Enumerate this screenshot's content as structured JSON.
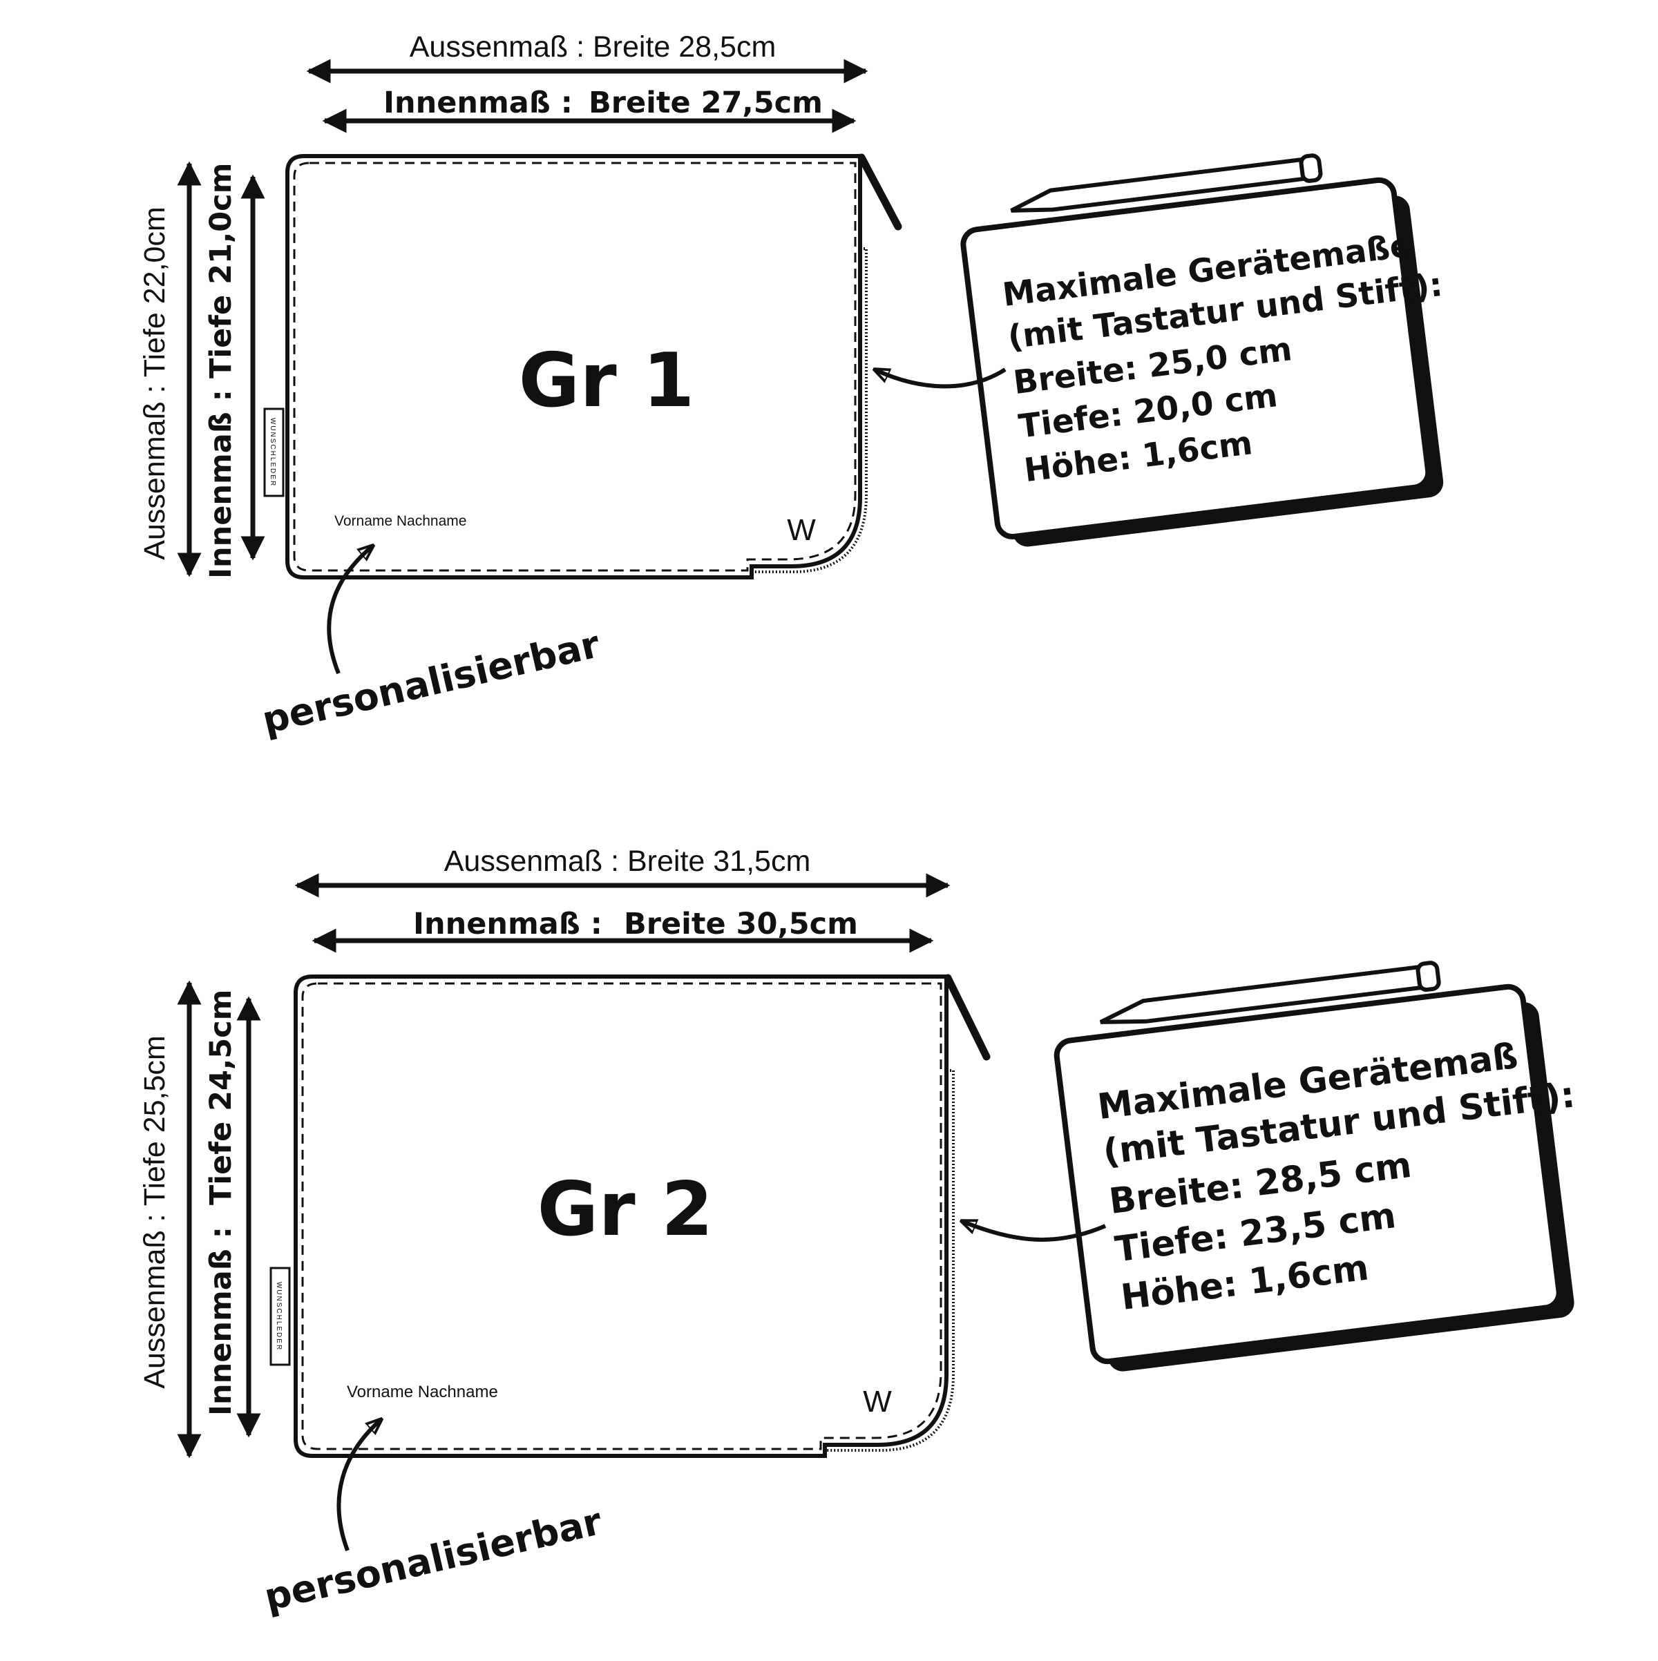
{
  "sizes": [
    {
      "name": "Gr 1",
      "outer_width": "Aussenmaß : Breite 28,5cm",
      "inner_width_label": "Innenmaß :",
      "inner_width_value": "Breite 27,5cm",
      "outer_depth": "Aussenmaß : Tiefe 22,0cm",
      "inner_depth_label": "Innenmaß :",
      "inner_depth_value": "Tiefe 21,0cm",
      "brand_tag": "WUNSCHLEDER",
      "name_placeholder": "Vorname Nachname",
      "personalize_label": "personalisierbar",
      "logo": "W",
      "device_box": {
        "title": "Maximale  Gerätemaße",
        "subtitle": "(mit Tastatur und Stift):",
        "width": "Breite: 25,0 cm",
        "depth": "Tiefe: 20,0 cm",
        "height": "Höhe: 1,6cm"
      }
    },
    {
      "name": "Gr 2",
      "outer_width": "Aussenmaß : Breite 31,5cm",
      "inner_width_label": "Innenmaß :",
      "inner_width_value": "Breite 30,5cm",
      "outer_depth": "Aussenmaß : Tiefe 25,5cm",
      "inner_depth_label": "Innenmaß :",
      "inner_depth_value": "Tiefe 24,5cm",
      "brand_tag": "WUNSCHLEDER",
      "name_placeholder": "Vorname Nachname",
      "personalize_label": "personalisierbar",
      "logo": "W",
      "device_box": {
        "title": "Maximale  Gerätemaß",
        "subtitle": "(mit Tastatur und Stift):",
        "width": "Breite: 28,5 cm",
        "depth": "Tiefe: 23,5 cm",
        "height": "Höhe: 1,6cm"
      }
    }
  ]
}
